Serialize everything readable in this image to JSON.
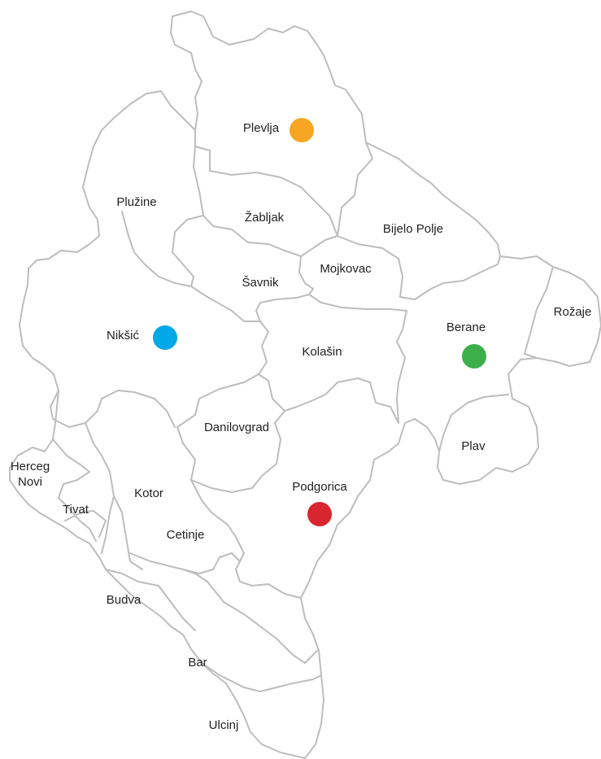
{
  "municipalities": [
    {
      "id": "plevlja",
      "name": "Plevlja"
    },
    {
      "id": "pluzine",
      "name": "Plužine"
    },
    {
      "id": "zabljak",
      "name": "Žabljak"
    },
    {
      "id": "bijelo-polje",
      "name": "Bijelo Polje"
    },
    {
      "id": "mojkovac",
      "name": "Mojkovac"
    },
    {
      "id": "savnik",
      "name": "Šavnik"
    },
    {
      "id": "rozaje",
      "name": "Rožaje"
    },
    {
      "id": "berane",
      "name": "Berane"
    },
    {
      "id": "niksic",
      "name": "Nikšić"
    },
    {
      "id": "kolasin",
      "name": "Kolašin"
    },
    {
      "id": "danilovgrad",
      "name": "Danilovgrad"
    },
    {
      "id": "plav",
      "name": "Plav"
    },
    {
      "id": "herceg-novi",
      "name": "Herceg Novi",
      "lines": [
        "Herceg",
        "Novi"
      ]
    },
    {
      "id": "podgorica",
      "name": "Podgorica"
    },
    {
      "id": "kotor",
      "name": "Kotor"
    },
    {
      "id": "tivat",
      "name": "Tivat"
    },
    {
      "id": "cetinje",
      "name": "Cetinje"
    },
    {
      "id": "budva",
      "name": "Budva"
    },
    {
      "id": "bar",
      "name": "Bar"
    },
    {
      "id": "ulcinj",
      "name": "Ulcinj"
    }
  ],
  "markers": [
    {
      "municipality": "plevlja",
      "color": "#f6a623"
    },
    {
      "municipality": "niksic",
      "color": "#00a8e8"
    },
    {
      "municipality": "berane",
      "color": "#3daf4a"
    },
    {
      "municipality": "podgorica",
      "color": "#d7262e"
    }
  ],
  "colors": {
    "border": "#bdbdbd",
    "label": "#222222",
    "background": "#ffffff"
  }
}
